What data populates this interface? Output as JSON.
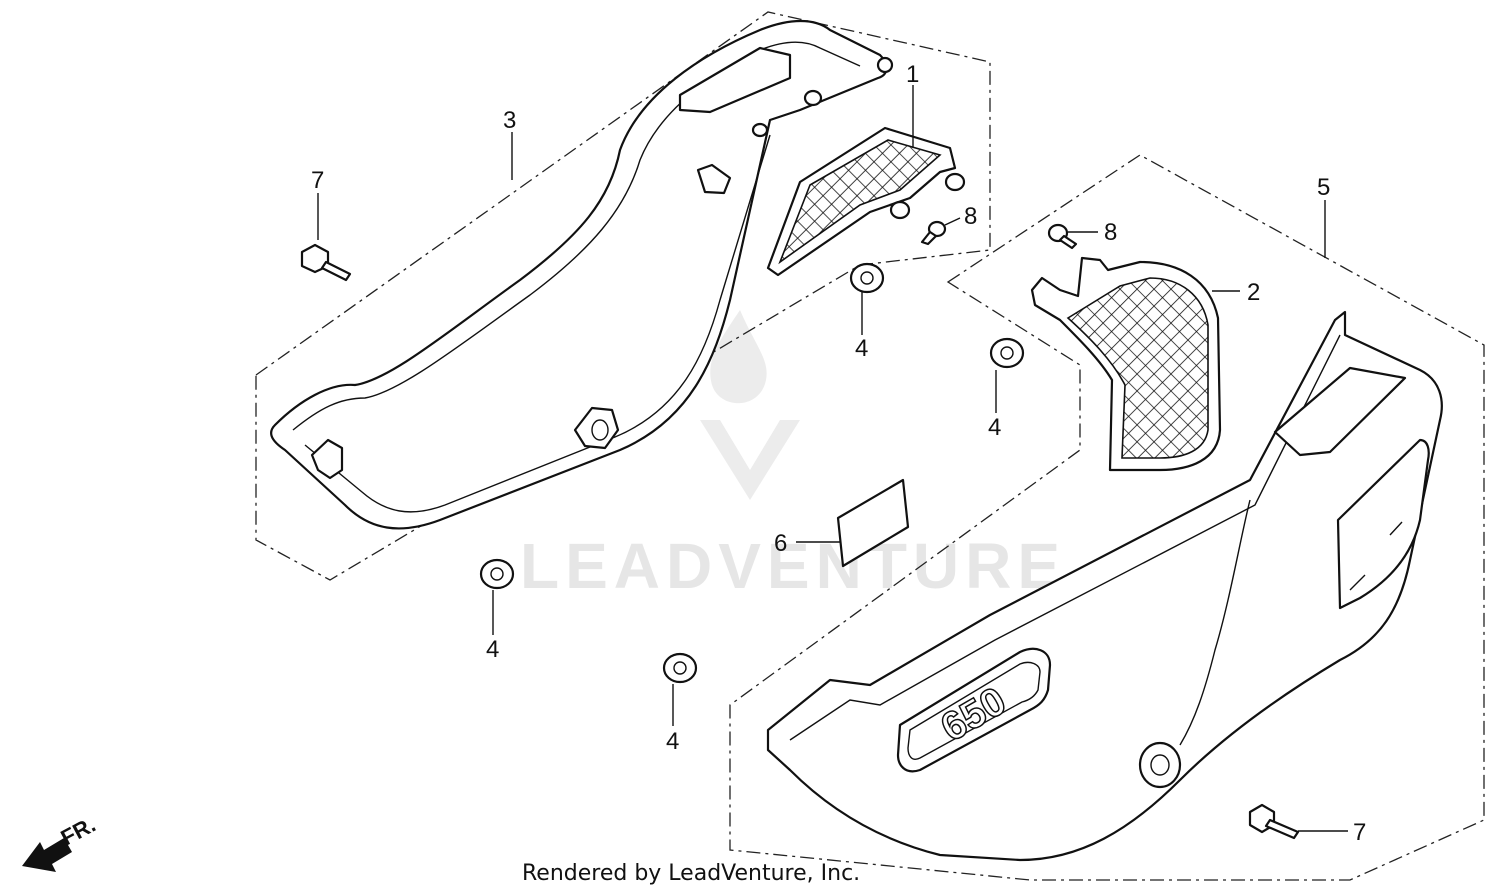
{
  "callouts": {
    "c1": "1",
    "c2": "2",
    "c3": "3",
    "c4a": "4",
    "c4b": "4",
    "c4c": "4",
    "c4d": "4",
    "c5": "5",
    "c6": "6",
    "c7a": "7",
    "c7b": "7",
    "c8a": "8",
    "c8b": "8"
  },
  "emblem_text": "650",
  "direction_label": "FR.",
  "watermark": "LEADVENTURE",
  "footer": "Rendered by LeadVenture, Inc."
}
